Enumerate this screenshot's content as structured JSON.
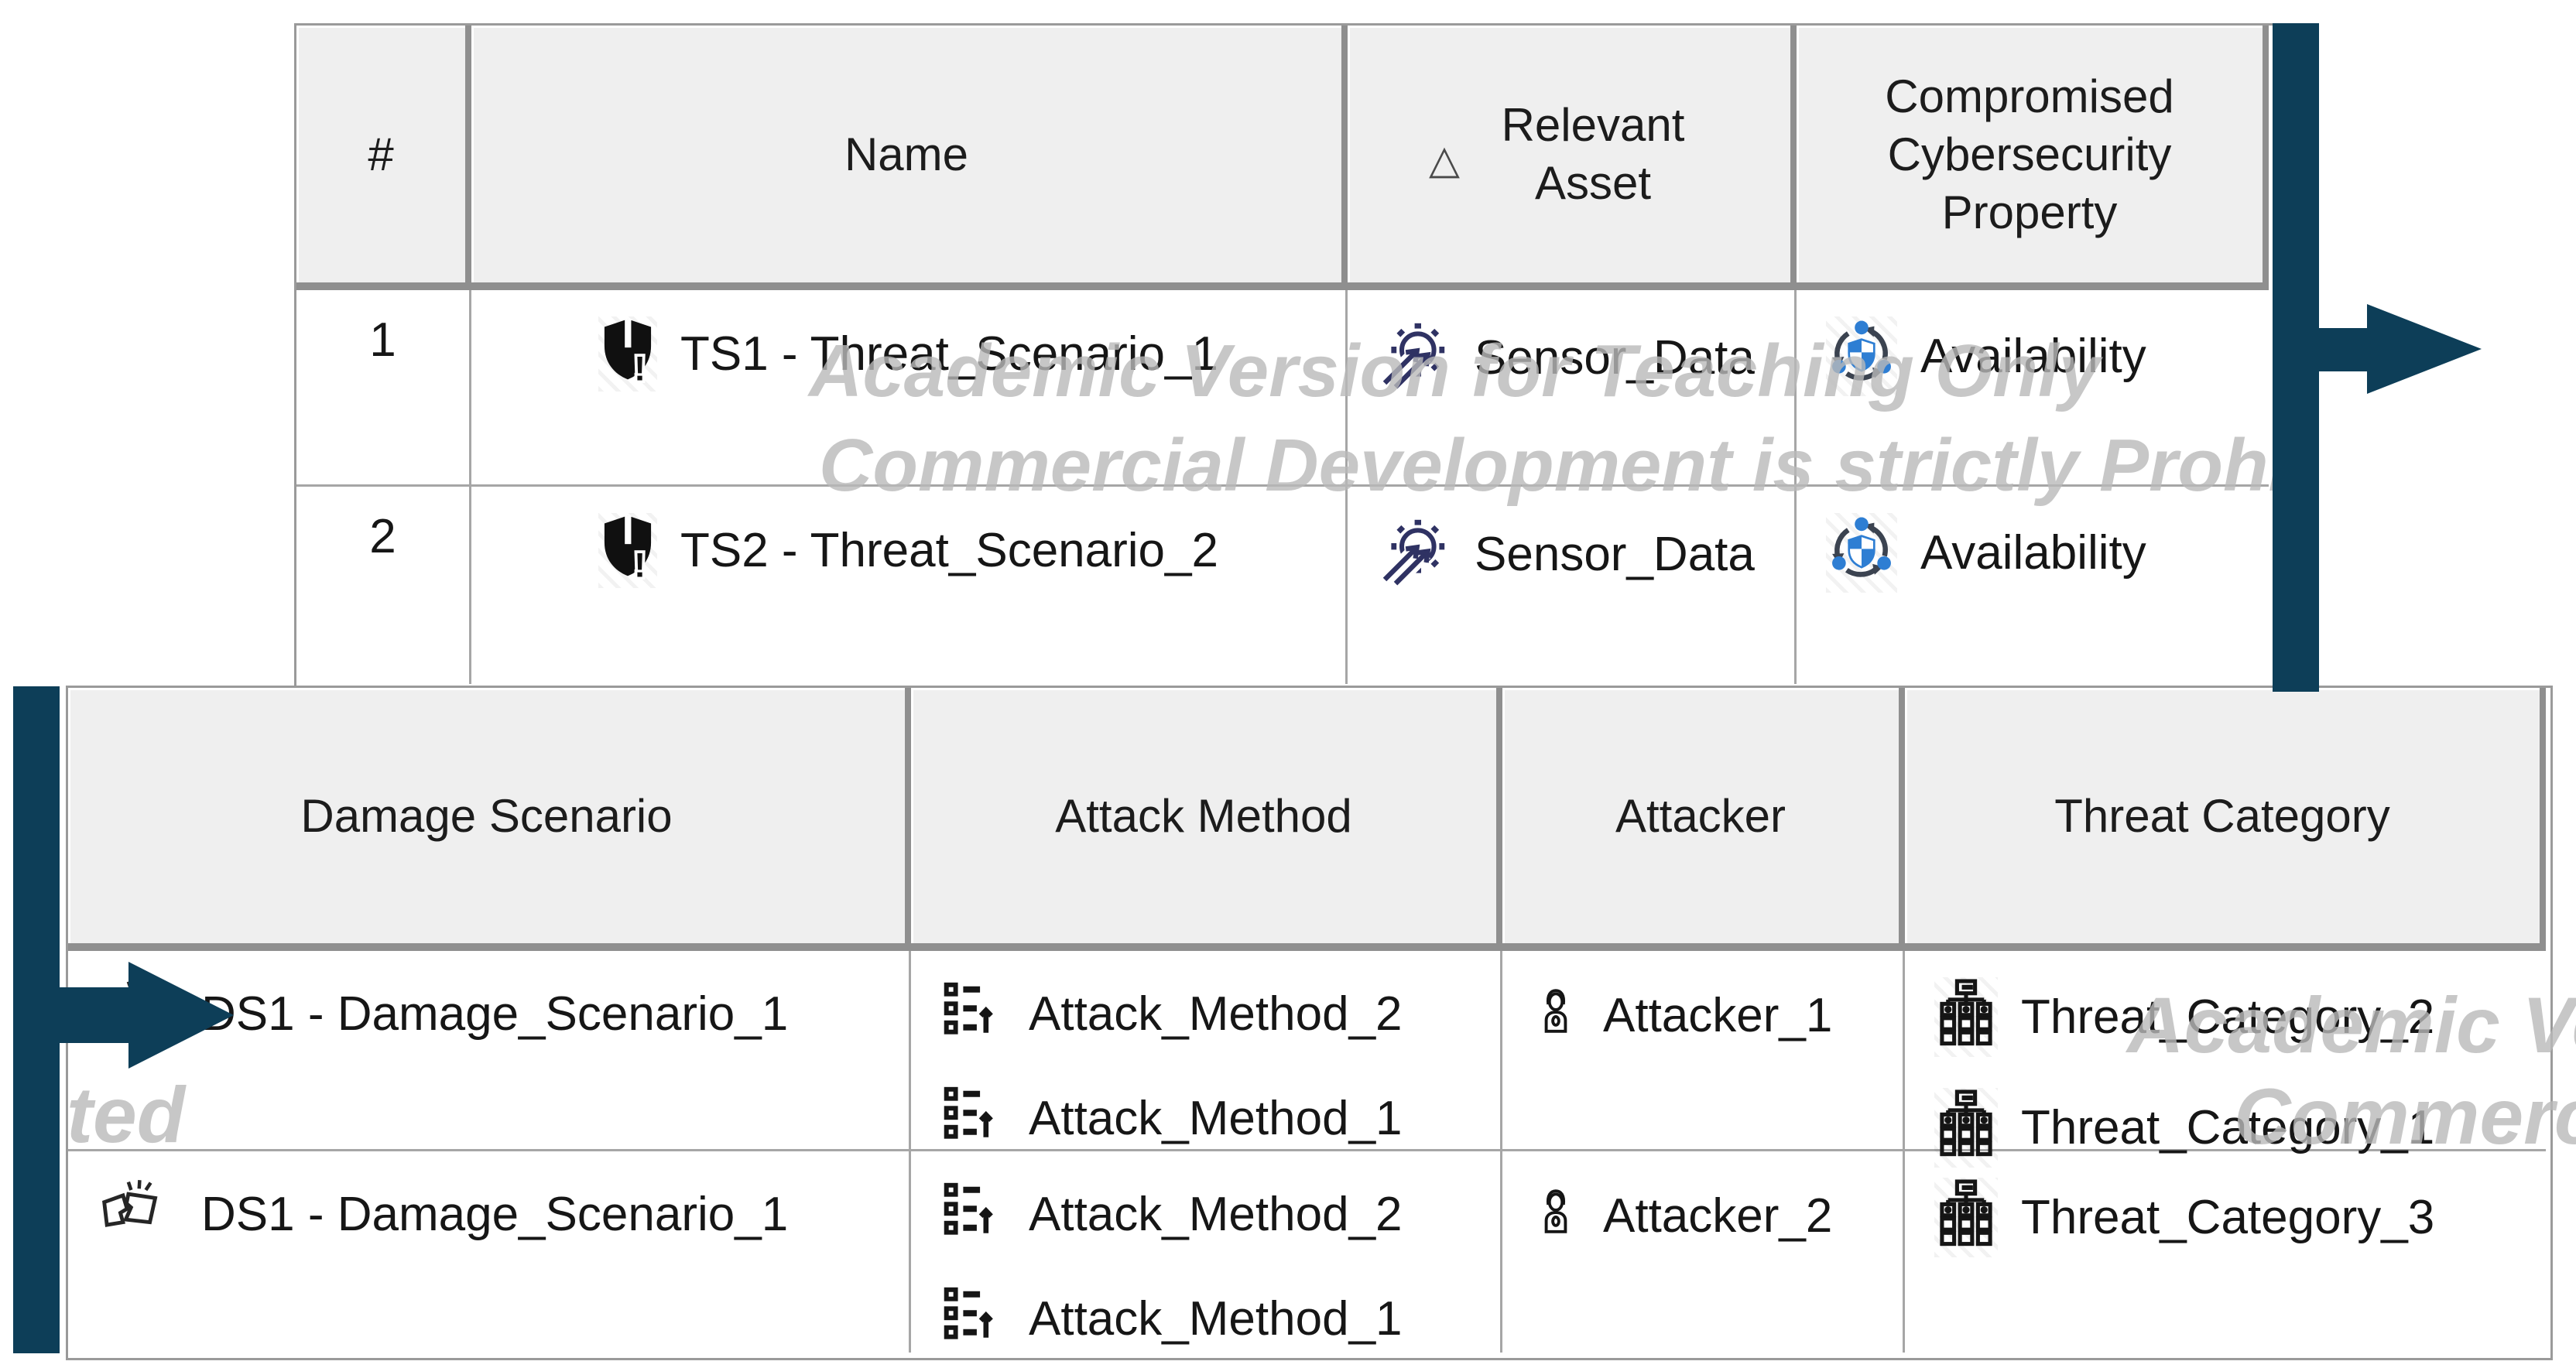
{
  "colors": {
    "accent_teal": "#0d3e58",
    "header_bg": "#efefef",
    "grid_line": "#a6a6a6",
    "availability_blue": "#2e7ed3",
    "sensor_navy": "#2f3263",
    "watermark_gray": "#b9b9b9"
  },
  "watermark": {
    "line1": "Academic Version for Teaching Only",
    "line2": "Commercial Development is strictly Prohibited",
    "fragment_left": "ted",
    "fragment_right_1": "Academic Version for Teaching Only",
    "fragment_right_2": "Commercial Development is strictly Prohibited"
  },
  "top_table": {
    "sort_icon": "△",
    "columns": {
      "num": "#",
      "name": "Name",
      "asset": "Relevant Asset",
      "property": "Compromised Cybersecurity Property"
    },
    "rows": [
      {
        "num": "1",
        "name": "TS1 - Threat_Scenario_1",
        "asset": "Sensor_Data",
        "property": "Availability"
      },
      {
        "num": "2",
        "name": "TS2 - Threat_Scenario_2",
        "asset": "Sensor_Data",
        "property": "Availability"
      }
    ]
  },
  "bottom_table": {
    "columns": {
      "damage": "Damage Scenario",
      "attack": "Attack Method",
      "attacker": "Attacker",
      "category": "Threat Category"
    },
    "rows": [
      {
        "damage": "DS1 - Damage_Scenario_1",
        "methods": [
          "Attack_Method_2",
          "Attack_Method_1"
        ],
        "attacker": "Attacker_1",
        "categories": [
          "Threat_Category_2",
          "Threat_Category_1"
        ]
      },
      {
        "damage": "DS1 - Damage_Scenario_1",
        "methods": [
          "Attack_Method_2",
          "Attack_Method_1"
        ],
        "attacker": "Attacker_2",
        "categories": [
          "Threat_Category_3"
        ]
      }
    ]
  }
}
